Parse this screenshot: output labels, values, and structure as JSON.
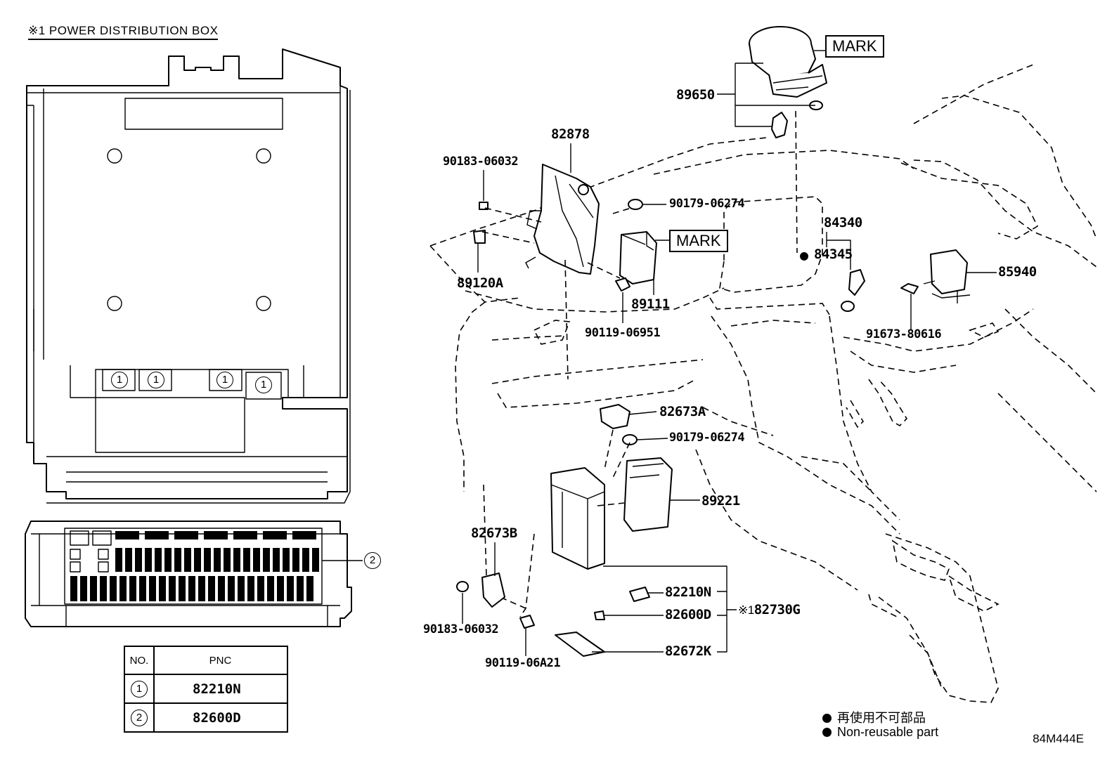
{
  "title": "※1  POWER DISTRIBUTION BOX",
  "marks": [
    "MARK",
    "MARK"
  ],
  "callout_numbers": [
    "1",
    "1",
    "1",
    "1",
    "2"
  ],
  "parts": [
    "89650",
    "82878",
    "90183-06032",
    "90179-06274",
    "89120A",
    "89111",
    "90119-06951",
    "84340",
    "84345",
    "85940",
    "91673-80616",
    "82673A",
    "90179-06274",
    "89221",
    "82673B",
    "82210N",
    "82600D",
    "82730G",
    "82672K",
    "90183-06032",
    "90119-06A21"
  ],
  "assembly_prefix": "※1",
  "pnc_table": {
    "header_no": "NO.",
    "header_pnc": "PNC",
    "rows": [
      {
        "no": "1",
        "pnc": "82210N"
      },
      {
        "no": "2",
        "pnc": "82600D"
      }
    ]
  },
  "legend": [
    "再使用不可部品",
    "Non-reusable part"
  ],
  "drawing_code": "84M444E"
}
